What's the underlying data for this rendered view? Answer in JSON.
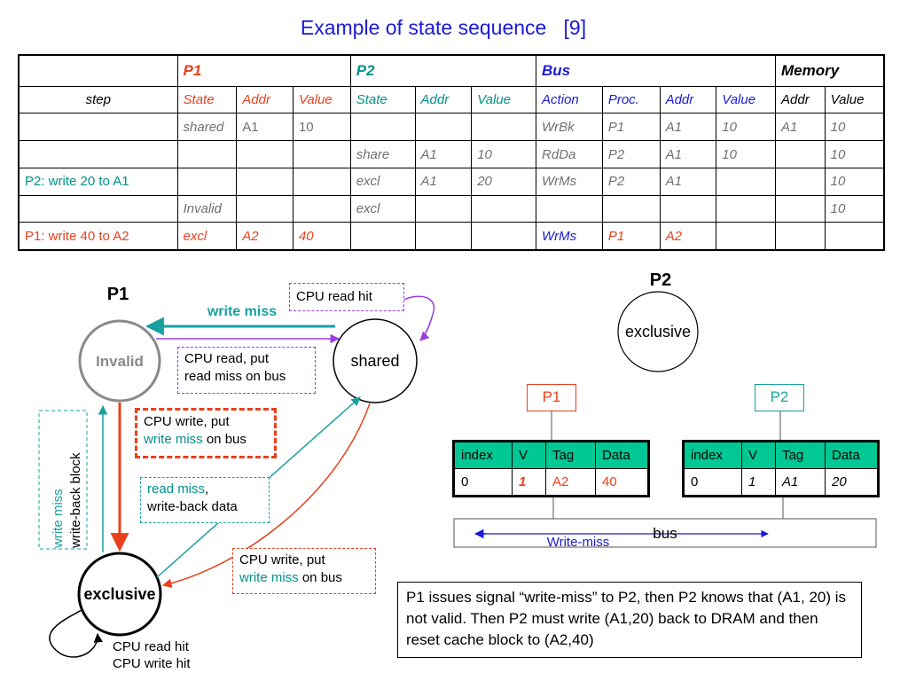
{
  "title": "Example of state sequence   [9]",
  "table": {
    "groups": {
      "p1": "P1",
      "p2": "P2",
      "bus": "Bus",
      "memory": "Memory"
    },
    "subheaders": [
      "step",
      "State",
      "Addr",
      "Value",
      "State",
      "Addr",
      "Value",
      "Action",
      "Proc.",
      "Addr",
      "Value",
      "Addr",
      "Value"
    ],
    "rows": [
      [
        "",
        "shared",
        "A1",
        "10",
        "",
        "",
        "",
        "WrBk",
        "P1",
        "A1",
        "10",
        "A1",
        "10"
      ],
      [
        "",
        "",
        "",
        "",
        "share",
        "A1",
        "10",
        "RdDa",
        "P2",
        "A1",
        "10",
        "",
        "10"
      ],
      [
        "P2: write 20 to A1",
        "",
        "",
        "",
        "excl",
        "A1",
        "20",
        "WrMs",
        "P2",
        "A1",
        "",
        "",
        "10"
      ],
      [
        "",
        "Invalid",
        "",
        "",
        "excl",
        "",
        "",
        "",
        "",
        "",
        "",
        "",
        "10"
      ],
      [
        "P1: write 40 to A2",
        "excl",
        "A2",
        "40",
        "",
        "",
        "",
        "WrMs",
        "P1",
        "A2",
        "",
        "",
        ""
      ]
    ],
    "colors": [
      "#000000",
      "#707070",
      "#00908a",
      "#e8401c",
      "#1a1ad8"
    ]
  },
  "fsm": {
    "title": "P1",
    "states": {
      "invalid": "Invalid",
      "shared": "shared",
      "exclusive": "exclusive"
    },
    "labels": {
      "write_miss": "write miss",
      "cpu_read_hit": "CPU read hit",
      "cpu_read_put_1": "CPU read, put",
      "cpu_read_put_2": "read miss on bus",
      "cpu_write_put_a": "CPU write, put",
      "write_miss_a": "write miss",
      "on_bus_a": " on bus",
      "read_miss": "read miss",
      "read_miss_comma": ",",
      "write_back_data": "write-back data",
      "cpu_write_put_b": "CPU write, put",
      "write_miss_b": "write miss",
      "on_bus_b": " on bus",
      "vert_write_miss": "write miss",
      "vert_write_back": "write-back block",
      "cpu_read_hit_2": "CPU read hit",
      "cpu_write_hit": "CPU write hit"
    }
  },
  "p2_fsm": {
    "title": "P2",
    "state": "exclusive"
  },
  "caches": {
    "p1": {
      "label": "P1",
      "headers": [
        "index",
        "V",
        "Tag",
        "Data"
      ],
      "row": [
        "0",
        "1",
        "A2",
        "40"
      ]
    },
    "p2": {
      "label": "P2",
      "headers": [
        "index",
        "V",
        "Tag",
        "Data"
      ],
      "row": [
        "0",
        "1",
        "A1",
        "20"
      ]
    },
    "bus_label": "bus",
    "bus_signal": "Write-miss"
  },
  "note": "P1 issues signal “write-miss” to P2, then P2 knows that (A1, 20) is not valid. Then P2 must write (A1,20) back to DRAM and then reset cache block to (A2,40)"
}
